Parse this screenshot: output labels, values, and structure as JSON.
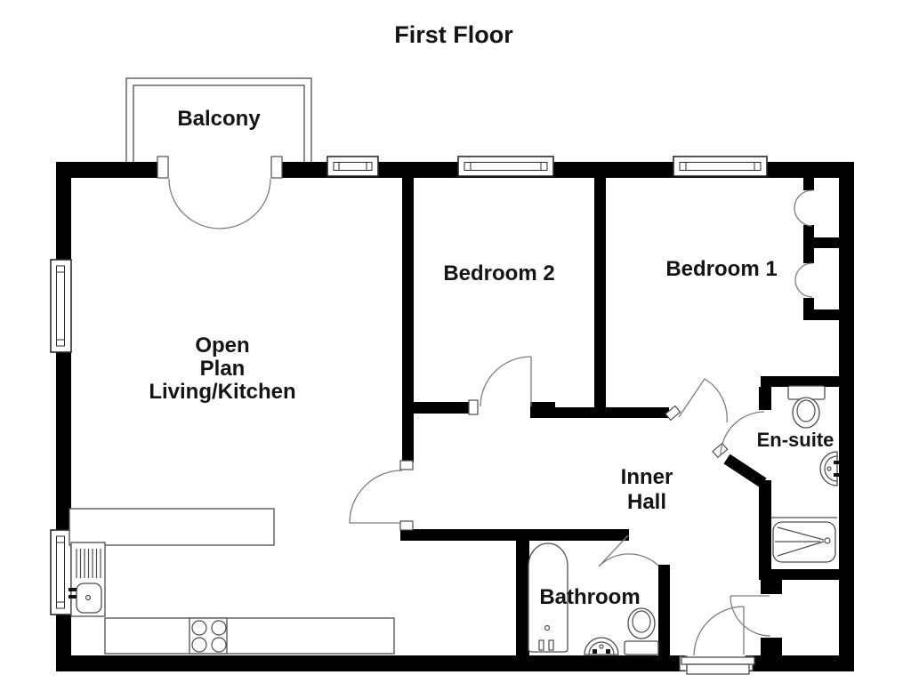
{
  "title": "First Floor",
  "rooms": {
    "balcony": {
      "label": "Balcony"
    },
    "open_plan": {
      "label_lines": [
        "Open",
        "Plan",
        "Living/Kitchen"
      ]
    },
    "bedroom_2": {
      "label": "Bedroom 2"
    },
    "bedroom_1": {
      "label": "Bedroom 1"
    },
    "inner_hall": {
      "label_lines": [
        "Inner",
        "Hall"
      ]
    },
    "en_suite": {
      "label": "En-suite"
    },
    "bathroom": {
      "label": "Bathroom"
    }
  },
  "fixtures": {
    "kitchen": [
      "worktop-island",
      "sink-drainer-unit",
      "hob",
      "base-counter"
    ],
    "bathroom": [
      "bath",
      "basin",
      "toilet"
    ],
    "en_suite": [
      "toilet",
      "basin",
      "shower-tray",
      "shower-screen"
    ],
    "bedroom_1": [
      "built-in-wardrobe-top",
      "built-in-wardrobe-bottom"
    ],
    "entrance": [
      "front-door",
      "threshold-step",
      "storage-cupboard-door"
    ]
  },
  "colors": {
    "wall": "#000000",
    "fixture_line": "#4d4d4d",
    "door_line": "#7d7d7d",
    "text": "#141414",
    "background": "#ffffff"
  }
}
